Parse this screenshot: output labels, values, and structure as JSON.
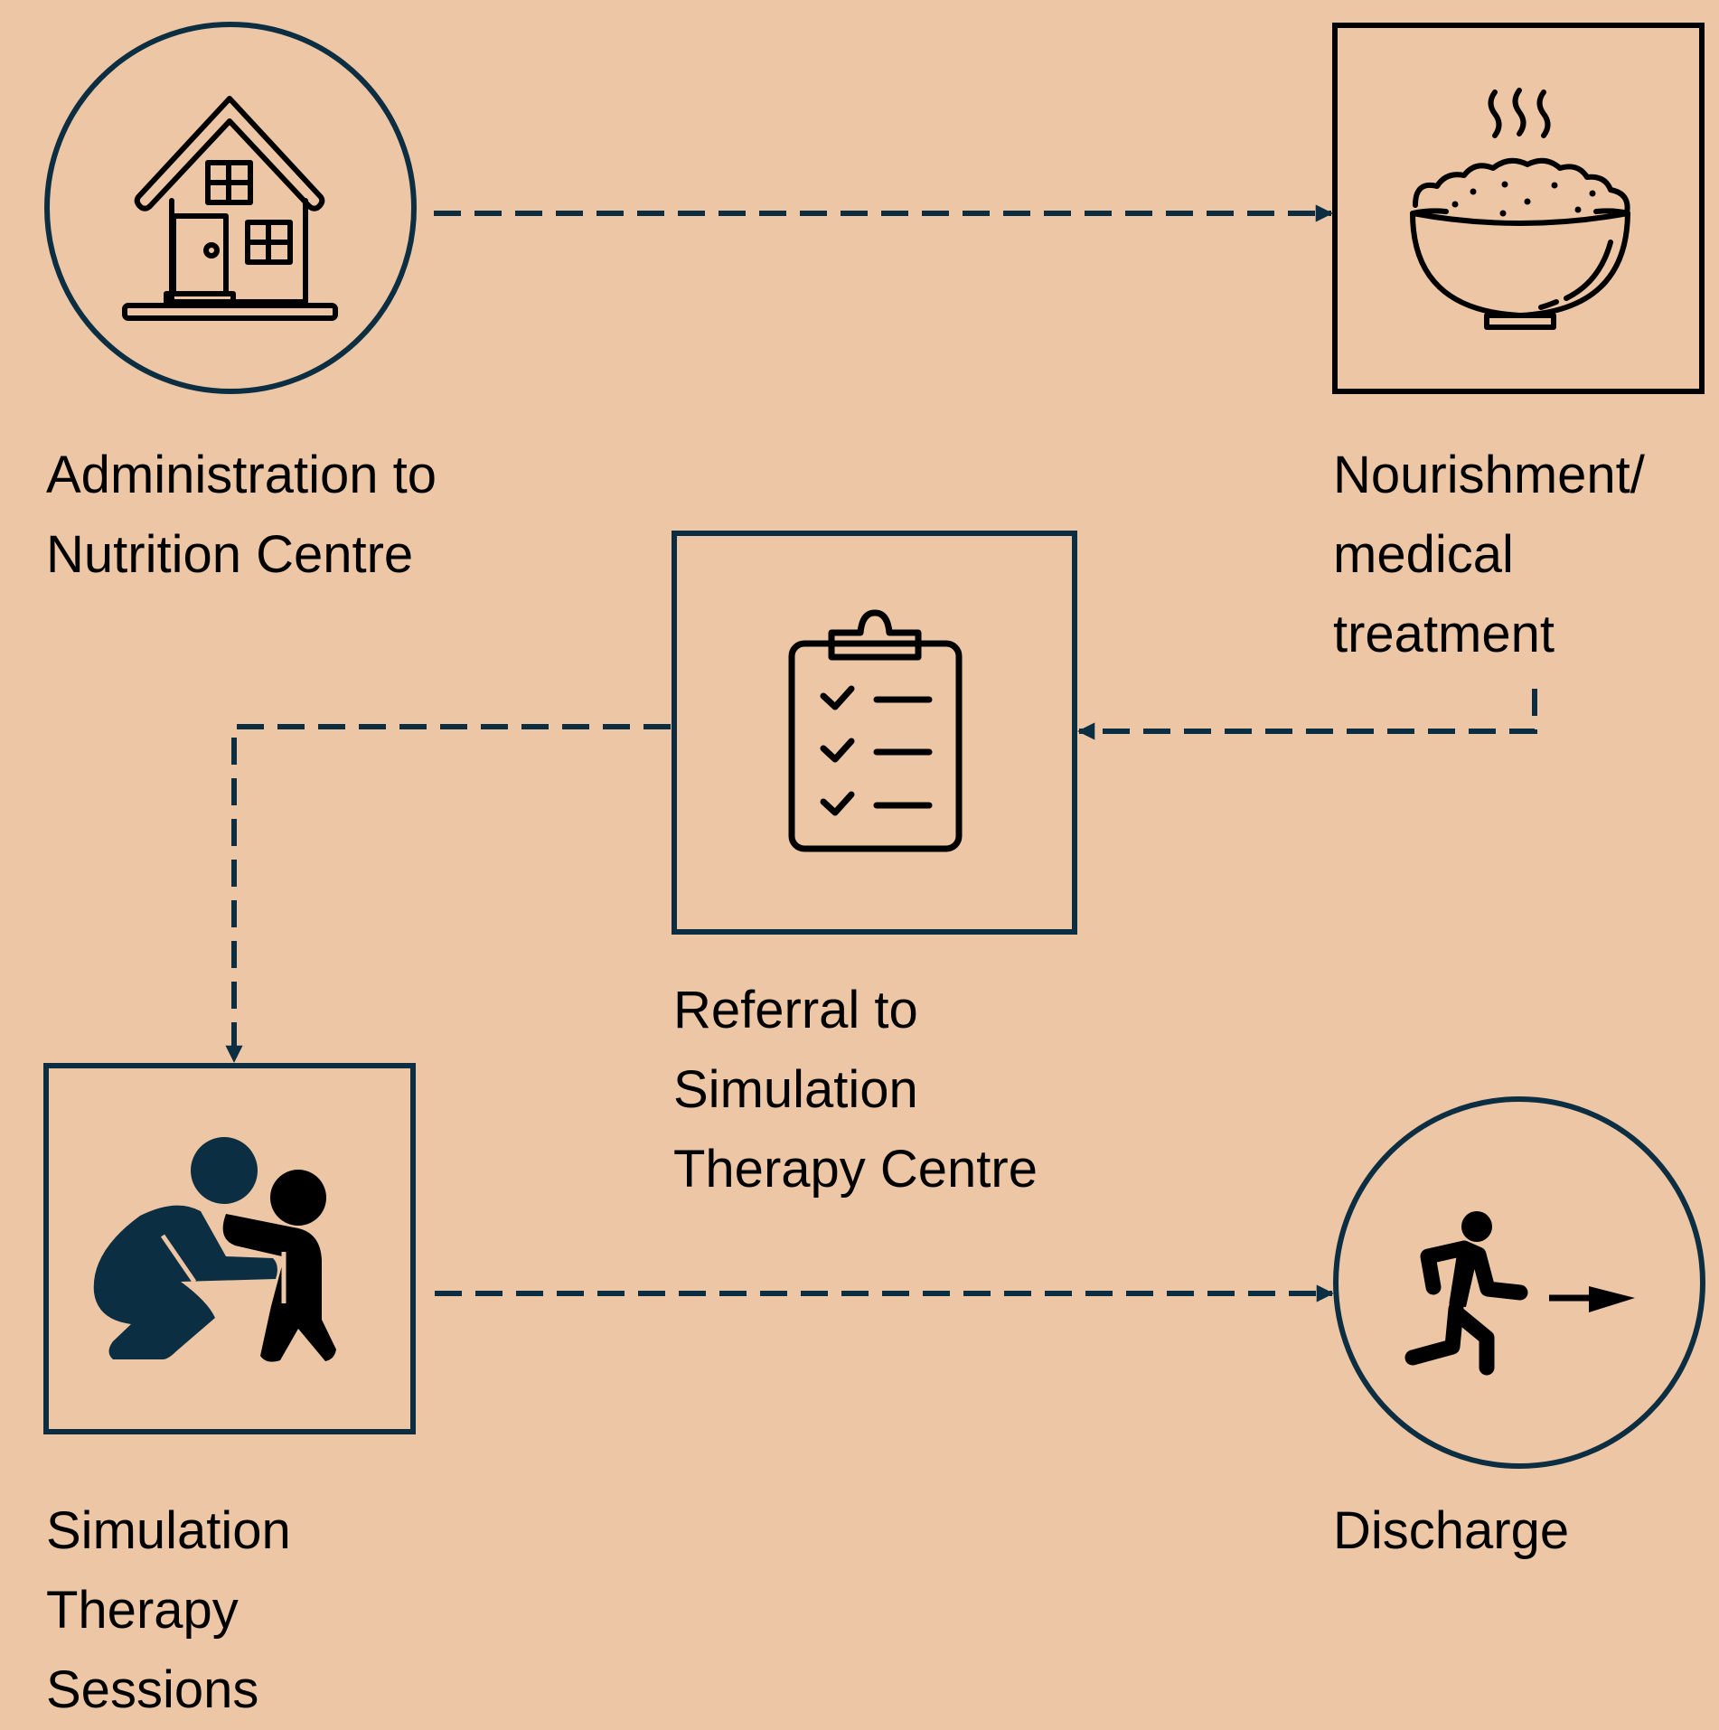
{
  "colors": {
    "background": "#EDC7A5",
    "stroke": "#0C2E42",
    "icon": "#000000"
  },
  "nodes": [
    {
      "id": "admission",
      "shape": "circle",
      "icon": "house-icon",
      "label_lines": [
        "Administration to",
        "Nutrition Centre"
      ]
    },
    {
      "id": "nourishment",
      "shape": "square",
      "icon": "rice-bowl-icon",
      "label_lines": [
        "Nourishment/",
        "medical",
        "treatment"
      ]
    },
    {
      "id": "referral",
      "shape": "square",
      "icon": "clipboard-checklist-icon",
      "label_lines": [
        "Referral to",
        "Simulation",
        "Therapy Centre"
      ]
    },
    {
      "id": "therapy",
      "shape": "square",
      "icon": "adult-helping-child-icon",
      "label_lines": [
        "Simulation",
        "Therapy",
        "Sessions"
      ]
    },
    {
      "id": "discharge",
      "shape": "circle",
      "icon": "person-walking-out-icon",
      "label_lines": [
        "Discharge"
      ]
    }
  ],
  "edges": [
    {
      "from": "admission",
      "to": "nourishment",
      "style": "dashed"
    },
    {
      "from": "nourishment",
      "to": "referral",
      "style": "dashed"
    },
    {
      "from": "referral",
      "to": "therapy",
      "style": "dashed"
    },
    {
      "from": "therapy",
      "to": "discharge",
      "style": "dashed"
    }
  ]
}
